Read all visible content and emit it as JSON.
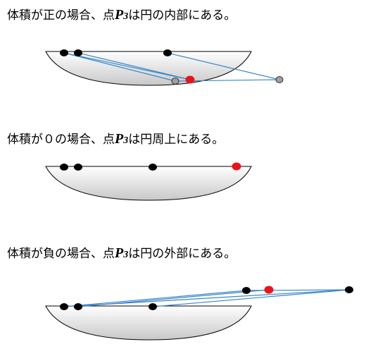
{
  "captions": [
    {
      "prefix": "体積が正の場合、点",
      "var": "P",
      "sub": "3",
      "suffix": "は円の内部にある。"
    },
    {
      "prefix": "体積が０の場合、点",
      "var": "P",
      "sub": "3",
      "suffix": "は円周上にある。"
    },
    {
      "prefix": "体積が負の場合、点",
      "var": "P",
      "sub": "3",
      "suffix": "は円の外部にある。"
    }
  ],
  "colors": {
    "point": "#000000",
    "p3_point": "#e8141c",
    "projection_point": "#a0a0a0",
    "line": "#3a86c8",
    "shape_outline": "#000000",
    "shape_fill_light": "#ffffff",
    "shape_fill_dark": "#c8c8c8"
  }
}
